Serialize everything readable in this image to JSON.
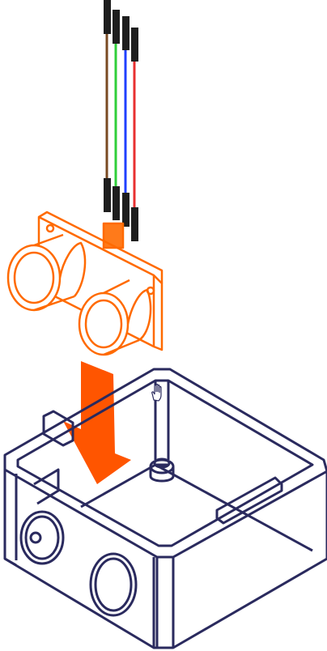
{
  "colors": {
    "background": "#ffffff",
    "enclosure_outline": "#2a2a5e",
    "sensor": "#ff6a00",
    "arrow": "#ff5500",
    "connector": "#1e1e1e",
    "wire_brown": "#7a4a22",
    "wire_green": "#2fcf3a",
    "wire_blue": "#2040ff",
    "wire_red": "#e83030"
  },
  "parts": {
    "wires": [
      "wire_brown",
      "wire_green",
      "wire_blue",
      "wire_red"
    ],
    "sensor": "ultrasonic-sensor",
    "arrow_direction": "down",
    "enclosure": "open-project-box",
    "cursor": "hand-pointer-icon"
  }
}
